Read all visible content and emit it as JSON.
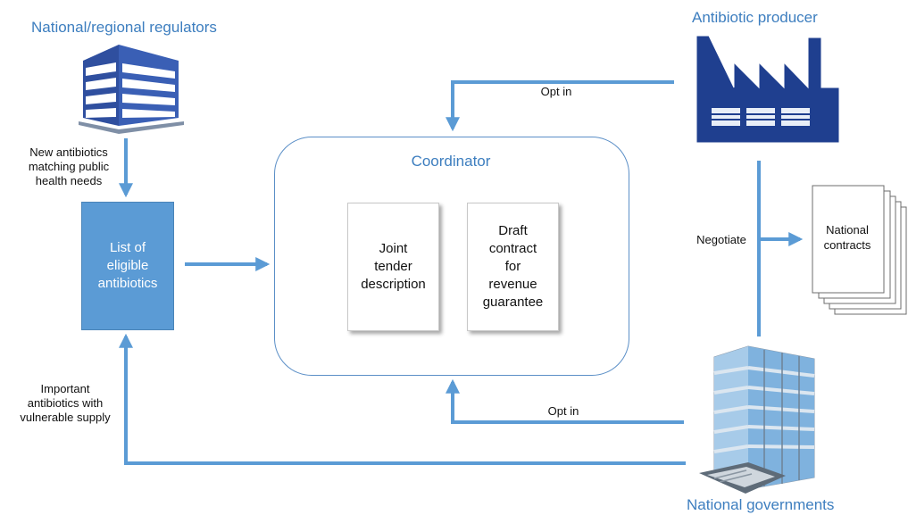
{
  "titles": {
    "regulators": "National/regional regulators",
    "producer": "Antibiotic producer",
    "governments": "National governments"
  },
  "labels": {
    "new_antibiotics": [
      "New antibiotics",
      "matching public",
      "health needs"
    ],
    "important_antibiotics": [
      "Important",
      "antibiotics with",
      "vulnerable supply"
    ],
    "opt_in_top": "Opt in",
    "opt_in_bottom": "Opt in",
    "negotiate": "Negotiate"
  },
  "boxes": {
    "eligible": [
      "List of",
      "eligible",
      "antibiotics"
    ],
    "coordinator_title": "Coordinator",
    "joint_tender": [
      "Joint",
      "tender",
      "description"
    ],
    "draft_contract": [
      "Draft",
      "contract",
      "for",
      "revenue",
      "guarantee"
    ],
    "national_contracts": [
      "National",
      "contracts"
    ]
  },
  "colors": {
    "arrow": "#5b9bd5",
    "accent_text": "#3d7ebf",
    "factory": "#1f3f8f",
    "box_fill": "#5b9bd5"
  },
  "icons": {
    "regulators": "office-building-icon",
    "producer": "factory-icon",
    "governments": "skyscraper-icon",
    "contracts": "document-stack-icon"
  }
}
